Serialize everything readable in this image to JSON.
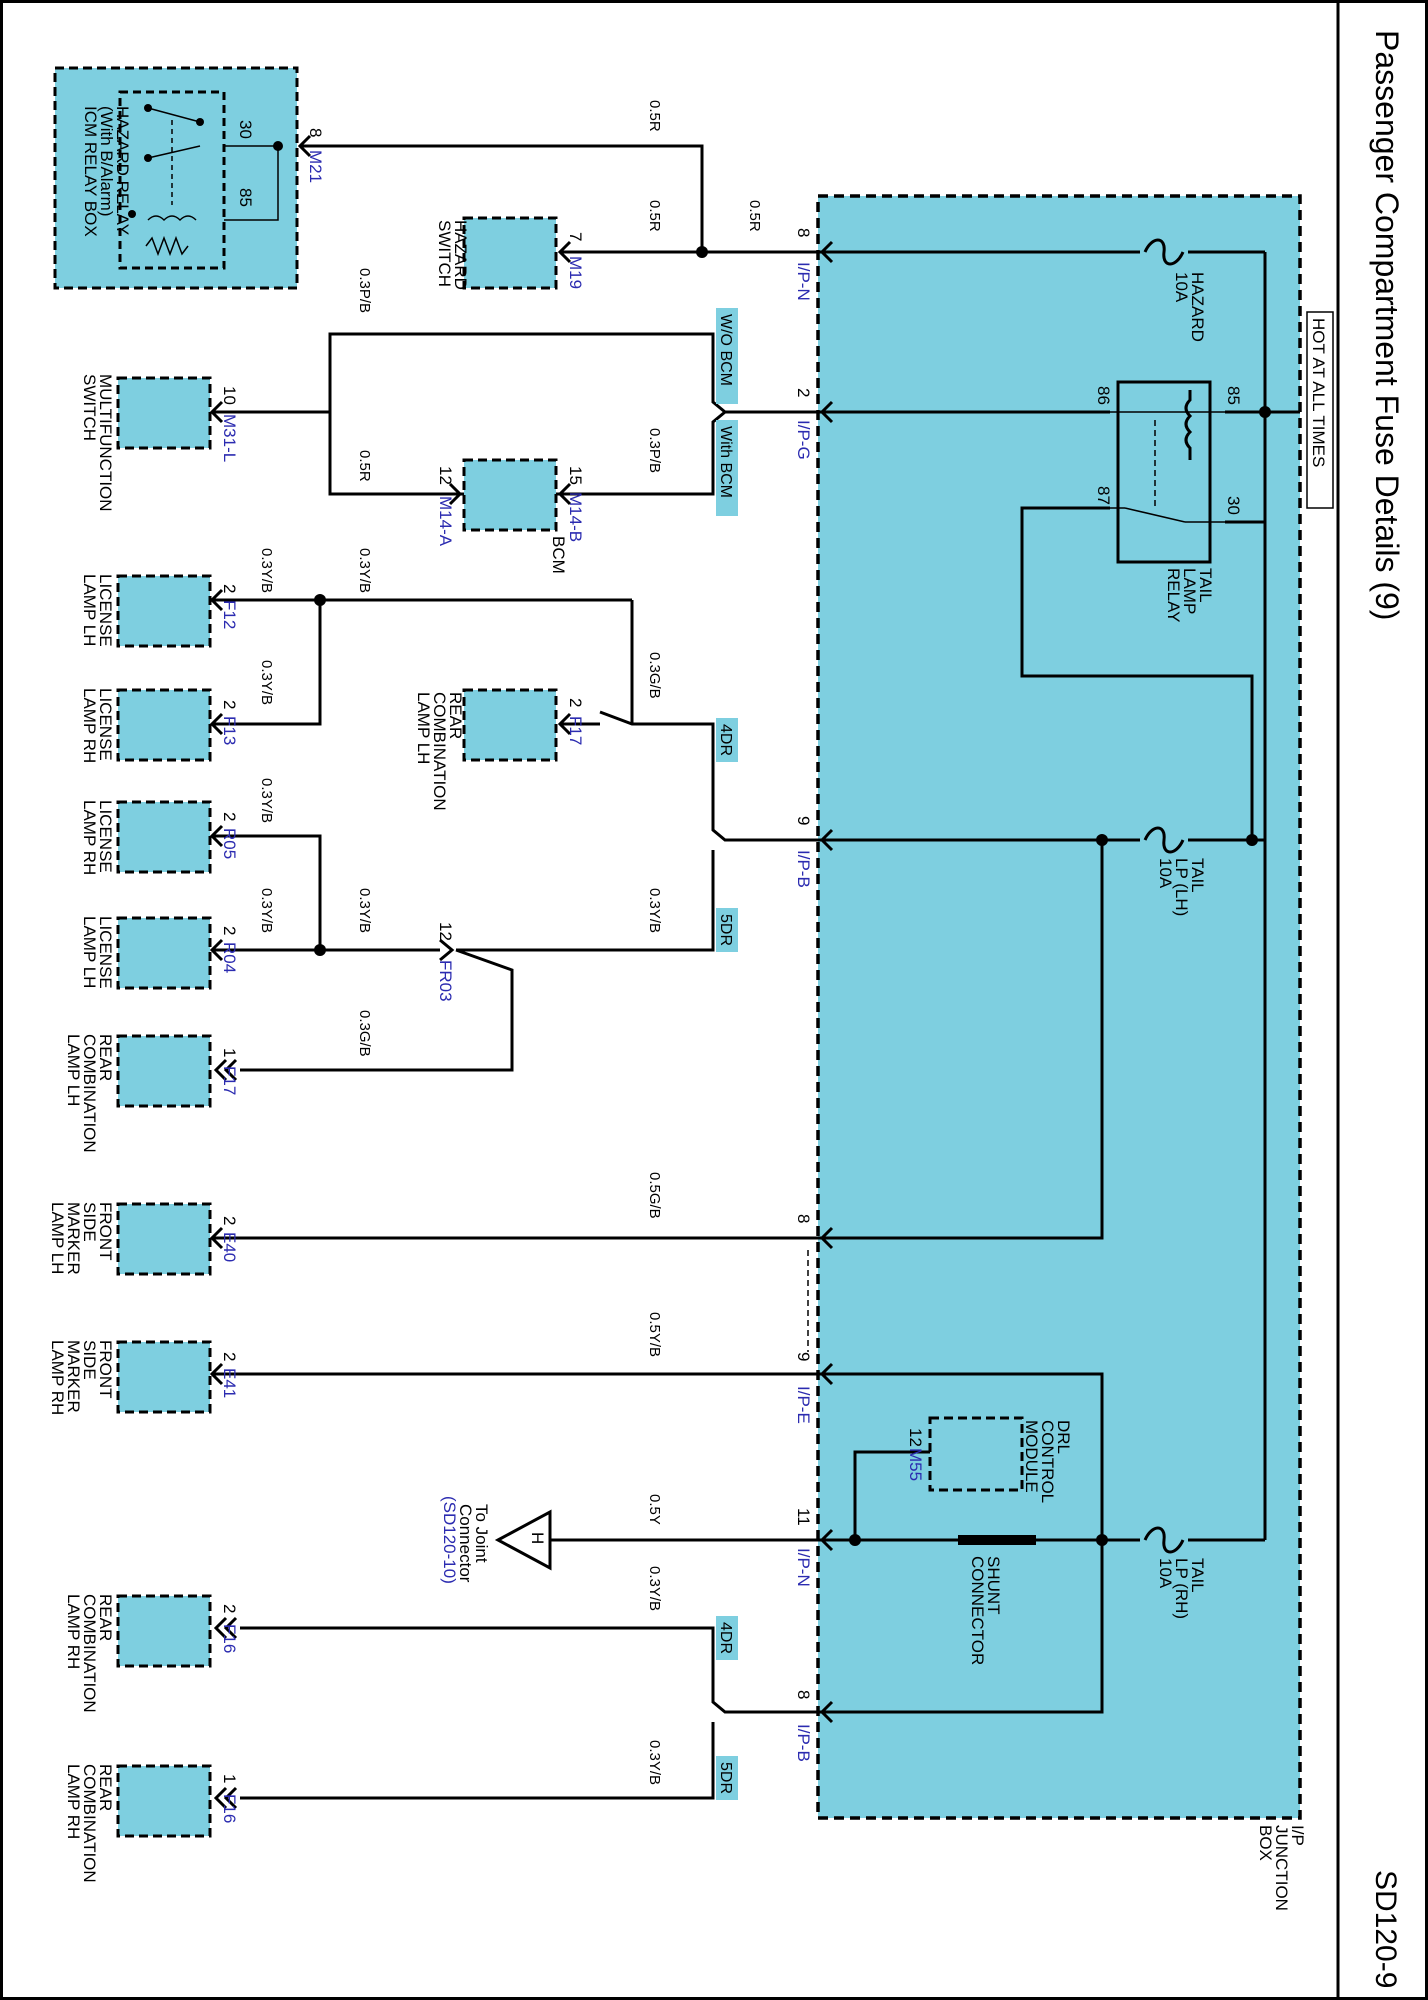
{
  "title": "Passenger Compartment Fuse Details (9)",
  "page_ref": "SD120-9",
  "colors": {
    "module_fill": "#7ecfe0",
    "line": "#000000",
    "connector_label": "#2b2bb0"
  },
  "header": {
    "hot_label": "HOT AT ALL TIMES"
  },
  "junction_box": {
    "label_line1": "I/P",
    "label_line2": "JUNCTION",
    "label_line3": "BOX"
  },
  "fuses": {
    "hazard": {
      "line1": "HAZARD",
      "line2": "10A"
    },
    "tail_lh": {
      "line1": "TAIL",
      "line2": "LP (LH)",
      "line3": "10A"
    },
    "tail_rh": {
      "line1": "TAIL",
      "line2": "LP (RH)",
      "line3": "10A"
    }
  },
  "tail_relay": {
    "line1": "TAIL",
    "line2": "LAMP",
    "line3": "RELAY",
    "pin85": "85",
    "pin86": "86",
    "pin87": "87",
    "pin30": "30"
  },
  "icm": {
    "line1": "HAZARD RELAY",
    "line2": "(With B/Alarm)",
    "line3": "ICM RELAY BOX",
    "pin30": "30",
    "pin85": "85",
    "pin_num": "8",
    "connector": "M21"
  },
  "hazard_switch": {
    "line1": "HAZARD",
    "line2": "SWITCH",
    "pin": "7",
    "connector": "M19"
  },
  "multifunction": {
    "line1": "MULTIFUNCTION",
    "line2": "SWITCH",
    "pin": "10",
    "connector": "M31-L"
  },
  "bcm": {
    "label": "BCM",
    "pin_a": "12",
    "conn_a": "M14-A",
    "pin_b": "15",
    "conn_b": "M14-B"
  },
  "drl": {
    "line1": "DRL",
    "line2": "CONTROL",
    "line3": "MODULE",
    "pin": "12",
    "connector": "M55"
  },
  "shunt": {
    "line1": "SHUNT",
    "line2": "CONNECTOR"
  },
  "jb_pins": {
    "ipn_8": {
      "pin": "8",
      "conn": "I/P-N"
    },
    "ipg_2": {
      "pin": "2",
      "conn": "I/P-G"
    },
    "ipb_9": {
      "pin": "9",
      "conn": "I/P-B"
    },
    "pin_8b": {
      "pin": "8"
    },
    "ipe_9": {
      "pin": "9",
      "conn": "I/P-E"
    },
    "ipn_11": {
      "pin": "11",
      "conn": "I/P-N"
    },
    "ipb_8": {
      "pin": "8",
      "conn": "I/P-B"
    }
  },
  "option_tags": {
    "wo_bcm": "W/O BCM",
    "with_bcm": "With BCM",
    "dr4": "4DR",
    "dr5": "5DR"
  },
  "wires": {
    "w1": "0.5R",
    "w2": "0.5R",
    "w3": "0.5R",
    "w4": "0.3P/B",
    "w5": "0.5R",
    "w6": "0.3P/B",
    "w7": "0.3Y/B",
    "w8": "0.3Y/B",
    "w9": "0.3Y/B",
    "w10": "0.3G/B",
    "w11": "0.3Y/B",
    "w12": "0.3Y/B",
    "w13": "0.3Y/B",
    "w14": "0.3Y/B",
    "w15": "0.3G/B",
    "w16": "0.5G/B",
    "w17": "0.5Y/B",
    "w18": "0.5Y",
    "w19": "0.3Y/B",
    "w20": "0.3Y/B"
  },
  "lamps": {
    "f12": {
      "line1": "LICENSE",
      "line2": "LAMP LH",
      "pin": "2",
      "connector": "F12"
    },
    "f13": {
      "line1": "LICENSE",
      "line2": "LAMP RH",
      "pin": "2",
      "connector": "F13"
    },
    "f17a": {
      "line1": "REAR",
      "line2": "COMBINATION",
      "line3": "LAMP LH",
      "pin": "2",
      "connector": "F17"
    },
    "r05": {
      "line1": "LICENSE",
      "line2": "LAMP RH",
      "pin": "2",
      "connector": "R05"
    },
    "r04": {
      "line1": "LICENSE",
      "line2": "LAMP LH",
      "pin": "2",
      "connector": "R04"
    },
    "fr03": {
      "pin": "12",
      "connector": "FR03"
    },
    "f17b": {
      "line1": "REAR",
      "line2": "COMBINATION",
      "line3": "LAMP LH",
      "pin": "1",
      "connector": "F17"
    },
    "e40": {
      "line1": "FRONT",
      "line2": "SIDE",
      "line3": "MARKER",
      "line4": "LAMP LH",
      "pin": "2",
      "connector": "E40"
    },
    "e41": {
      "line1": "FRONT",
      "line2": "SIDE",
      "line3": "MARKER",
      "line4": "LAMP RH",
      "pin": "2",
      "connector": "E41"
    },
    "f16a": {
      "line1": "REAR",
      "line2": "COMBINATION",
      "line3": "LAMP RH",
      "pin": "2",
      "connector": "F16"
    },
    "f16b": {
      "line1": "REAR",
      "line2": "COMBINATION",
      "line3": "LAMP RH",
      "pin": "1",
      "connector": "F16"
    }
  },
  "joint": {
    "letter": "H",
    "line1": "To Joint",
    "line2": "Connector",
    "line3": "(SD120-10)"
  }
}
